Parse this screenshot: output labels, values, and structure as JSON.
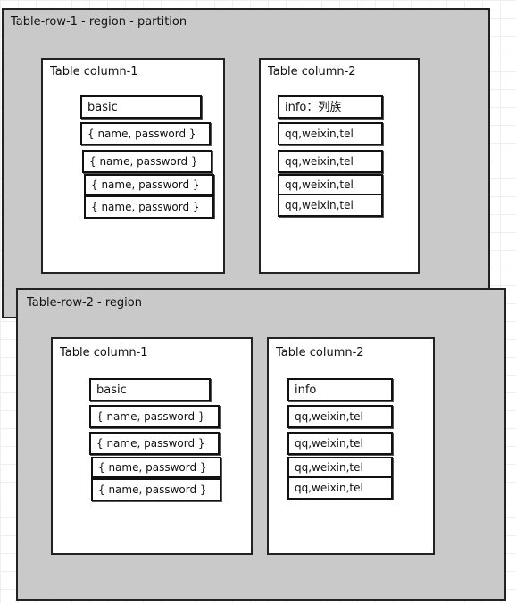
{
  "regions": [
    {
      "title": "Table-row-1 - region - partition",
      "columns": [
        {
          "title": "Table column-1",
          "family": "basic",
          "cells": [
            "{ name, password }",
            "{ name, password }",
            "{ name, password }",
            "{ name, password }"
          ]
        },
        {
          "title": "Table column-2",
          "family": "info：列族",
          "cells": [
            "qq,weixin,tel",
            "qq,weixin,tel",
            "qq,weixin,tel",
            "qq,weixin,tel"
          ]
        }
      ]
    },
    {
      "title": "Table-row-2 - region",
      "columns": [
        {
          "title": "Table column-1",
          "family": "basic",
          "cells": [
            "{ name, password }",
            "{ name, password }",
            "{ name, password }",
            "{ name, password }"
          ]
        },
        {
          "title": "Table column-2",
          "family": "info",
          "cells": [
            "qq,weixin,tel",
            "qq,weixin,tel",
            "qq,weixin,tel",
            "qq,weixin,tel"
          ]
        }
      ]
    }
  ],
  "colors": {
    "region_fill": "#c9c9c9",
    "column_fill": "#ffffff",
    "stroke": "#222222"
  }
}
